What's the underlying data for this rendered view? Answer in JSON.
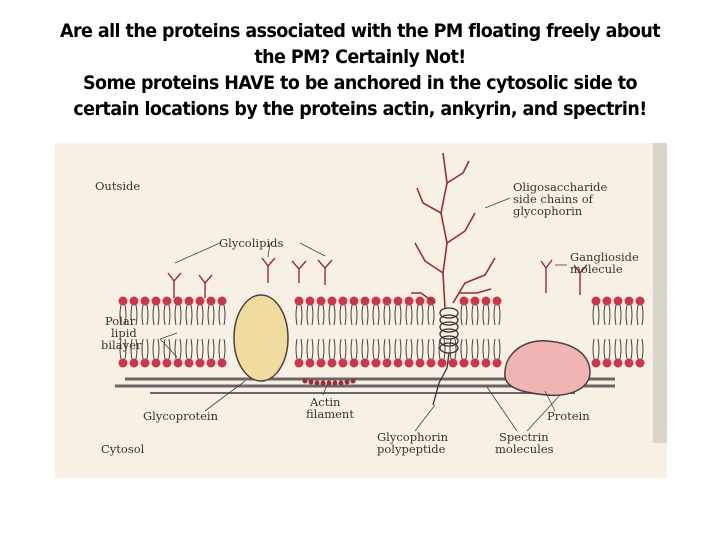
{
  "headline": {
    "lines": [
      "Are all the proteins associated with the PM floating freely about",
      "the PM?  Certainly Not!",
      "Some proteins HAVE to be anchored in the cytosolic side to",
      "certain locations by the proteins  actin, ankyrin, and spectrin!"
    ]
  },
  "figure": {
    "labels": {
      "outside": "Outside",
      "oligosaccharide_1": "Oligosaccharide",
      "oligosaccharide_2": "side chains of",
      "oligosaccharide_3": "glycophorin",
      "glycolipids": "Glycolipids",
      "ganglioside_1": "Ganglioside",
      "ganglioside_2": "molecule",
      "polar_1": "Polar",
      "polar_2": "lipid",
      "polar_3": "bilayer",
      "actin_1": "Actin",
      "actin_2": "filament",
      "glycoprotein": "Glycoprotein",
      "protein": "Protein",
      "glycophorin_1": "Glycophorin",
      "glycophorin_2": "polypeptide",
      "spectrin_1": "Spectrin",
      "spectrin_2": "molecules",
      "cytosol": "Cytosol"
    },
    "colors": {
      "lipid_head": "#c8374a",
      "tails": "#4a4040",
      "protein_fill": "#f1dca0",
      "protein_pink": "#f0b4b4",
      "chain": "#9a2c36",
      "background": "#f6f1e4"
    }
  }
}
